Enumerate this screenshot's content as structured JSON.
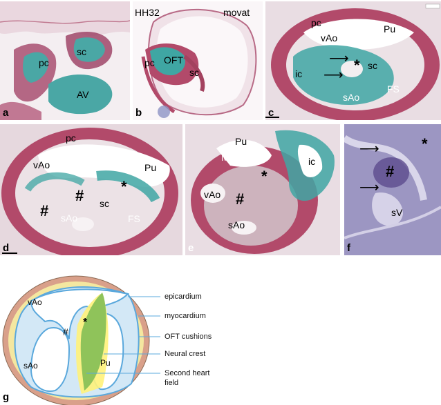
{
  "panels": {
    "a": {
      "letter": "a",
      "labels": {
        "pc": "pc",
        "sc": "sc",
        "av": "AV"
      }
    },
    "b": {
      "letter": "b",
      "labels": {
        "stage": "HH32",
        "stain": "movat",
        "pc": "pc",
        "oft": "OFT",
        "sc": "sc"
      }
    },
    "c": {
      "letter": "c",
      "labels": {
        "pc": "pc",
        "vao": "vAo",
        "pu": "Pu",
        "ic": "ic",
        "star": "*",
        "sc": "sc",
        "fs": "FS",
        "sao": "sAo"
      }
    },
    "d": {
      "letter": "d",
      "labels": {
        "pc": "pc",
        "vao": "vAo",
        "pu": "Pu",
        "star": "*",
        "hash1": "#",
        "hash2": "#",
        "sc": "sc",
        "sao": "sAo",
        "fs": "FS"
      }
    },
    "e": {
      "letter": "e",
      "labels": {
        "pu": "Pu",
        "myo": "Myo",
        "ic": "ic",
        "vao": "vAo",
        "star": "*",
        "hash": "#",
        "sao": "sAo"
      }
    },
    "f": {
      "letter": "f",
      "labels": {
        "star": "*",
        "hash": "#",
        "sv": "sV"
      }
    },
    "g": {
      "letter": "g",
      "labels": {
        "vao": "vAo",
        "star": "*",
        "hash": "#",
        "sao": "sAo",
        "pu": "Pu"
      },
      "legend": {
        "epicardium": "epicardium",
        "myocardium": "myocardium",
        "oft_cushions": "OFT cushions",
        "neural_crest": "Neural crest",
        "shf_line1": "Second heart",
        "shf_line2": "field"
      }
    }
  },
  "colors": {
    "tissue_red": "#b24a6a",
    "cushion_teal": "#3fa6a3",
    "pale_tissue": "#ece2e6",
    "epicardium": "#d9a08a",
    "myocardium": "#f4e7a0",
    "cushion_blue": "#d3e8f6",
    "neural_crest": "#8fc35a",
    "shf": "#fff27a"
  }
}
